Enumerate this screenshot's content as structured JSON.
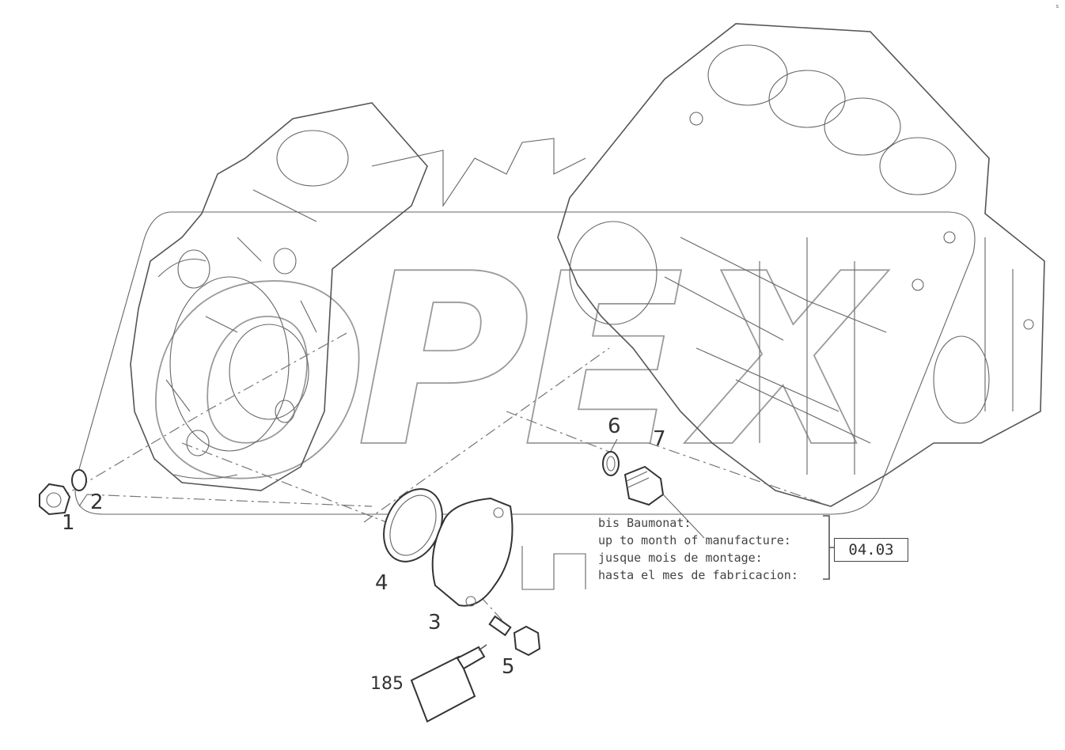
{
  "diagram": {
    "callouts": {
      "p1": "1",
      "p2": "2",
      "p3": "3",
      "p4": "4",
      "p5": "5",
      "p6": "6",
      "p7": "7",
      "p185": "185"
    },
    "validity_note": {
      "line_de": "bis Baumonat:",
      "line_en": "up to month of manufacture:",
      "line_fr": "jusque mois de montage:",
      "line_es": "hasta el mes de fabricacion:",
      "date": "04.03"
    },
    "watermark": {
      "letters": [
        "O",
        "P",
        "E",
        "X"
      ]
    },
    "corner_mark": "s"
  }
}
